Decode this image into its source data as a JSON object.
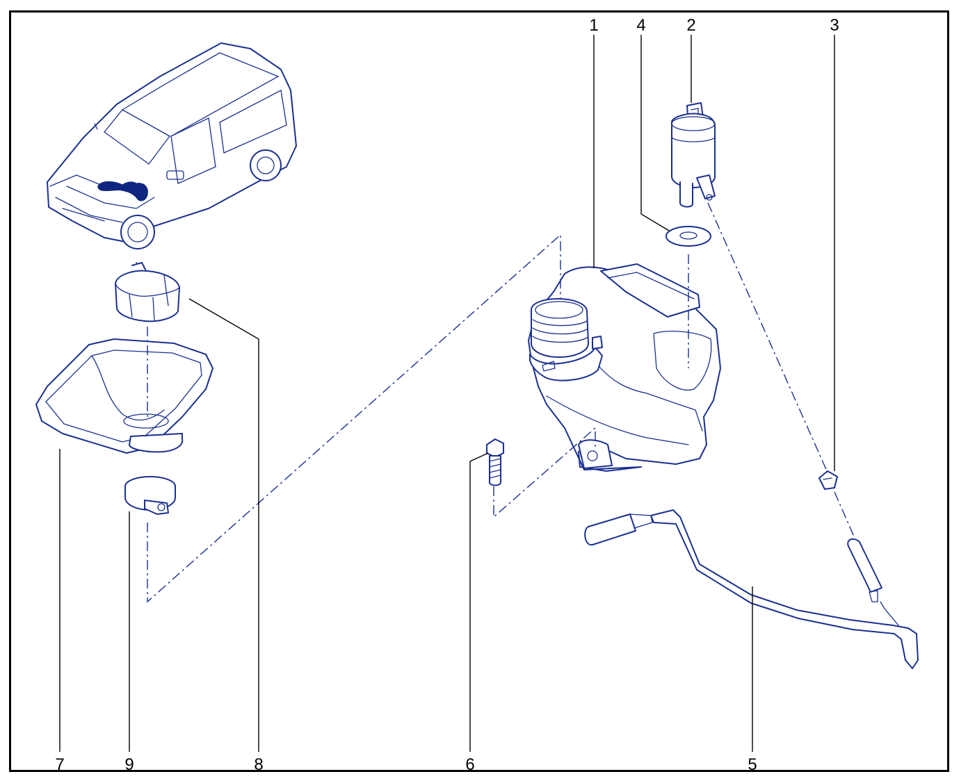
{
  "diagram": {
    "callouts": [
      {
        "id": "c1",
        "label": "1"
      },
      {
        "id": "c2",
        "label": "2"
      },
      {
        "id": "c3",
        "label": "3"
      },
      {
        "id": "c4",
        "label": "4"
      },
      {
        "id": "c5",
        "label": "5"
      },
      {
        "id": "c6",
        "label": "6"
      },
      {
        "id": "c7",
        "label": "7"
      },
      {
        "id": "c8",
        "label": "8"
      },
      {
        "id": "c9",
        "label": "9"
      }
    ]
  },
  "colors": {
    "line_art": "#1a2f8f",
    "highlight": "#0f2680",
    "frame": "#000000",
    "background": "#ffffff"
  }
}
